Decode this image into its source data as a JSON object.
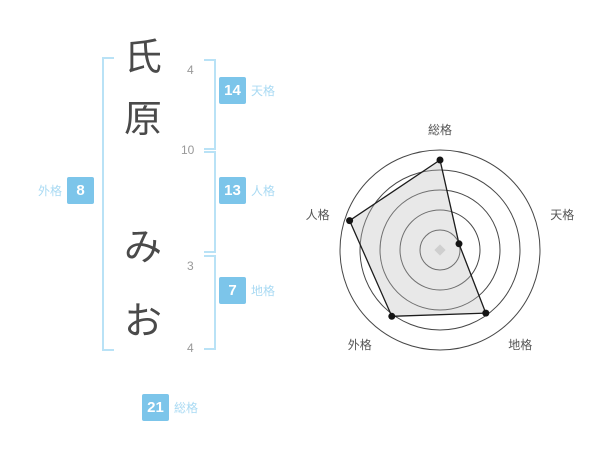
{
  "name_analysis": {
    "characters": [
      {
        "char": "氏",
        "strokes": "4"
      },
      {
        "char": "原",
        "strokes": "10"
      },
      {
        "char": "み",
        "strokes": "3"
      },
      {
        "char": "お",
        "strokes": "4"
      }
    ],
    "grades": {
      "tenkaku": {
        "label": "天格",
        "value": "14"
      },
      "jinkaku": {
        "label": "人格",
        "value": "13"
      },
      "chikaku": {
        "label": "地格",
        "value": "7"
      },
      "gaikaku": {
        "label": "外格",
        "value": "8"
      },
      "soukaku": {
        "label": "総格",
        "value": "21"
      }
    }
  },
  "chart_data": {
    "type": "radar",
    "title": "",
    "axes": [
      "総格",
      "天格",
      "地格",
      "外格",
      "人格"
    ],
    "values": [
      0.9,
      0.2,
      0.78,
      0.82,
      0.95
    ],
    "max": 1,
    "rings": 5,
    "legend": "none",
    "grid": "concentric-circles"
  },
  "colors": {
    "badge_blue": "#7cc5ea",
    "label_blue": "#a9daf3",
    "bracket_blue": "#b9e2f6",
    "name_text": "#4a4a4a",
    "ring_stroke": "#474747",
    "polygon_fill": "#e6e6e6"
  }
}
